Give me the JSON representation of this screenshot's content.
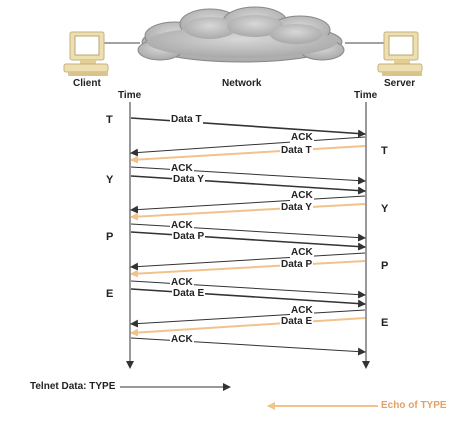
{
  "nodes": {
    "client": "Client",
    "network": "Network",
    "server": "Server"
  },
  "time_label": "Time",
  "letters": [
    "T",
    "Y",
    "P",
    "E"
  ],
  "labels": {
    "ack": "ACK",
    "data_t": "Data T",
    "data_y": "Data Y",
    "data_p": "Data P",
    "data_e": "Data E"
  },
  "legend": {
    "telnet": "Telnet Data: TYPE",
    "echo": "Echo of TYPE"
  },
  "colors": {
    "data_arrow": "#333333",
    "echo_arrow": "#f2c28c",
    "echo_text": "#e4a060",
    "cloud": "#b9b9b9",
    "computer": "#e9d7a3"
  }
}
